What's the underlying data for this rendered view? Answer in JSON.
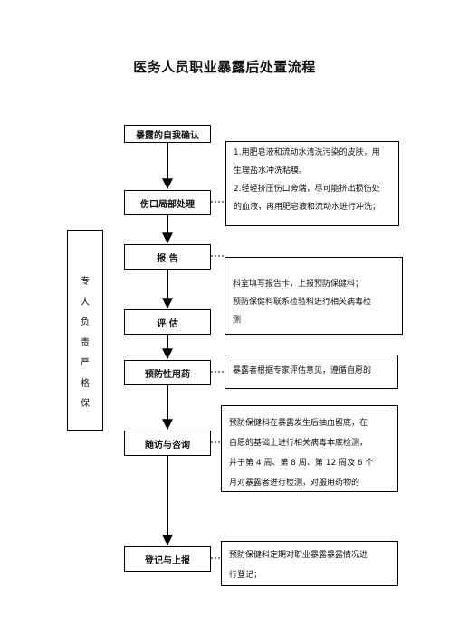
{
  "title": "医务人员职业暴露后处置流程",
  "steps": [
    "暴露的自我确认",
    "伤口局部处理",
    "报  告",
    "评  估",
    "预防性用药",
    "随访与咨询",
    "登记与上报"
  ],
  "side_label": [
    "专",
    "人",
    "负",
    "责",
    "严",
    "格",
    "保"
  ],
  "notes": {
    "wound": [
      "1.用肥皂液和流动水清洗污染的皮肤，用",
      "生理盐水冲洗粘膜。",
      "2.轻轻挤压伤口旁端，尽可能挤出损伤处",
      "的血液，再用肥皂液和流动水进行冲洗；"
    ],
    "report": [
      "科室填写报告卡，上报预防保健科；",
      "预防保健科联系检验科进行相关病毒检",
      "测"
    ],
    "drug": [
      "暴露者根据专家评估意见，遵循自愿的"
    ],
    "followup": [
      "预防保健科在暴露发生后抽血留底，在",
      "自愿的基础上进行相关病毒本底检测，",
      "并于第 4 周、第 8 周、第 12 周及 6 个",
      "月对暴露者进行检测，对服用药物的"
    ],
    "register": [
      "预防保健科定期对职业暴露暴露情况进",
      "行登记；"
    ]
  }
}
